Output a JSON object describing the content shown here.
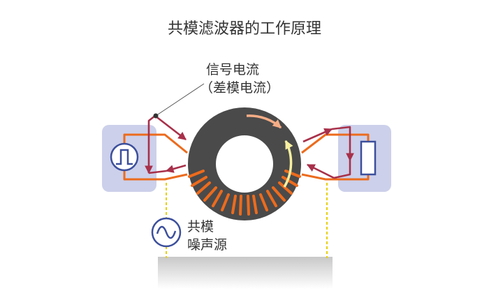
{
  "title": "共模滤波器的工作原理",
  "signal_label": {
    "line1": "信号电流",
    "line2": "（差模电流）"
  },
  "noise_label": {
    "line1": "共模",
    "line2": "噪声源"
  },
  "colors": {
    "ring": "#4a4a4a",
    "winding": "#ec6b1d",
    "signal_arrow": "#a8304a",
    "panel": "#ccd0ea",
    "source_symbol": "#3c4f9c",
    "flux_arrow_light": "#f6ad86",
    "flux_arrow_yellow": "#f7efa0",
    "ground_line": "#e8d000",
    "ground": "#cccccc"
  },
  "icons": {
    "pulse_source": "square-pulse-icon",
    "load": "resistor-icon",
    "noise_source": "sine-wave-icon",
    "ground": "ground-plane-icon"
  }
}
